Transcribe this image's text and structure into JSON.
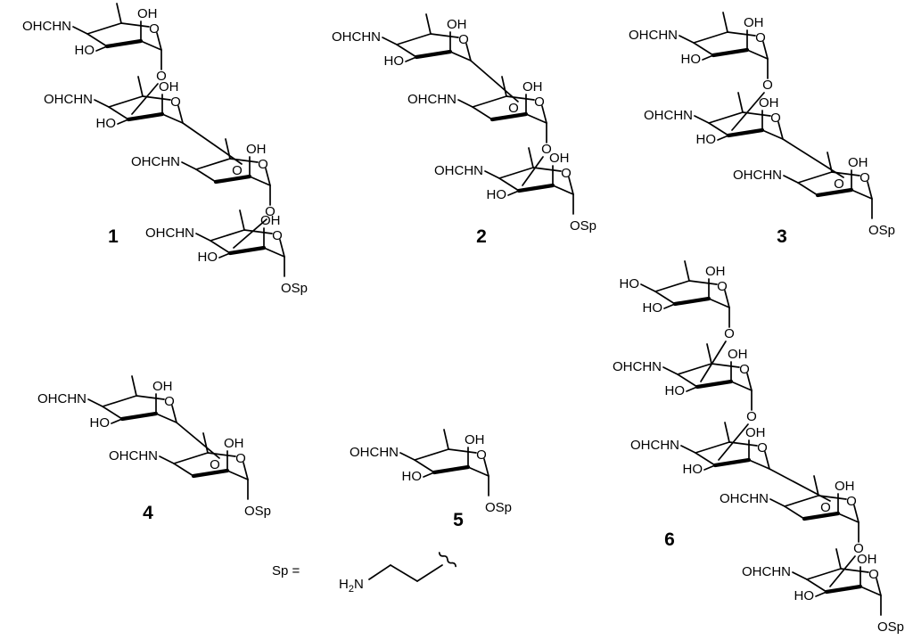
{
  "groups": {
    "formamide": "OHCHN",
    "hydroxyl": "HO",
    "hydroxyl_r": "OH",
    "ring_oxygen": "O",
    "spacer_link": "OSp"
  },
  "compounds": [
    {
      "label": "1"
    },
    {
      "label": "2"
    },
    {
      "label": "3"
    },
    {
      "label": "4"
    },
    {
      "label": "5"
    },
    {
      "label": "6"
    }
  ],
  "spacer": {
    "definition": "Sp =",
    "amine": "H",
    "amine_sub": "2",
    "amine_n": "N"
  }
}
